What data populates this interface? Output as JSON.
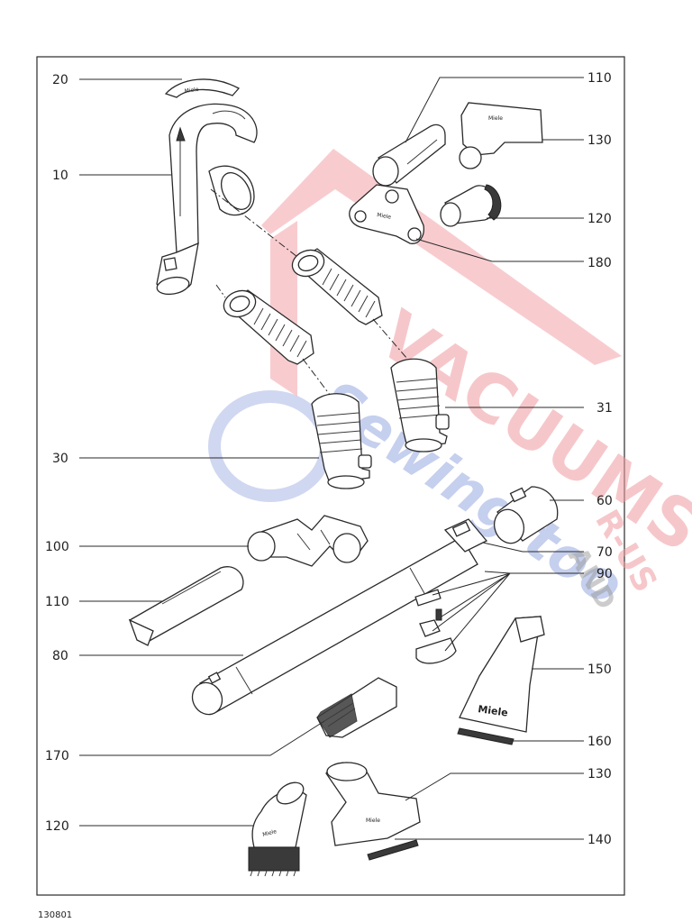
{
  "drawing_number": "130801",
  "callouts": {
    "c20": "20",
    "c10": "10",
    "c110a": "110",
    "c130a": "130",
    "c120a": "120",
    "c180": "180",
    "c31": "31",
    "c30": "30",
    "c60": "60",
    "c70": "70",
    "c90": "90",
    "c100": "100",
    "c110b": "110",
    "c80": "80",
    "c150": "150",
    "c160": "160",
    "c170": "170",
    "c130b": "130",
    "c120b": "120",
    "c140": "140"
  },
  "part_marking": "Miele",
  "watermark": {
    "word1": "VACUUMS",
    "word2": "Sewing too",
    "word3": "R-US",
    "word4": "AND"
  },
  "colors": {
    "watermark_red": "#f2a3a8",
    "watermark_blue": "#a9b6e6",
    "line": "#2a2a2a"
  }
}
